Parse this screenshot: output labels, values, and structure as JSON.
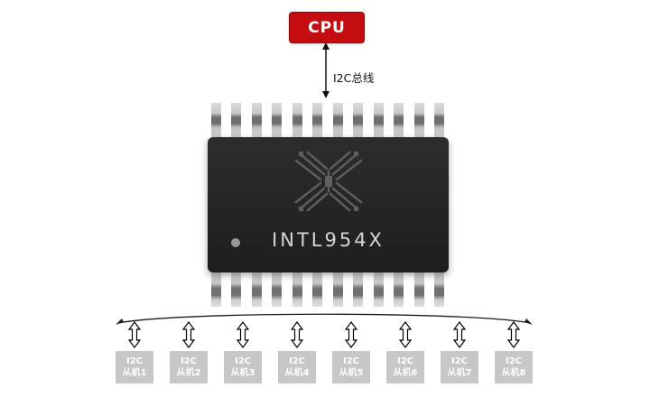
{
  "cpu": {
    "label": "CPU"
  },
  "bus": {
    "label": "I2C总线"
  },
  "chip": {
    "label": "INTL954X",
    "pin_count_per_side": 12
  },
  "slaves": [
    {
      "line1": "I2C",
      "line2": "从机1"
    },
    {
      "line1": "I2C",
      "line2": "从机2"
    },
    {
      "line1": "I2C",
      "line2": "从机3"
    },
    {
      "line1": "I2C",
      "line2": "从机4"
    },
    {
      "line1": "I2C",
      "line2": "从机5"
    },
    {
      "line1": "I2C",
      "line2": "从机6"
    },
    {
      "line1": "I2C",
      "line2": "从机7"
    },
    {
      "line1": "I2C",
      "line2": "从机8"
    }
  ],
  "colors": {
    "cpu_bg": "#c40d11",
    "chip_bg": "#262626",
    "slave_bg": "#c7c7c7"
  }
}
